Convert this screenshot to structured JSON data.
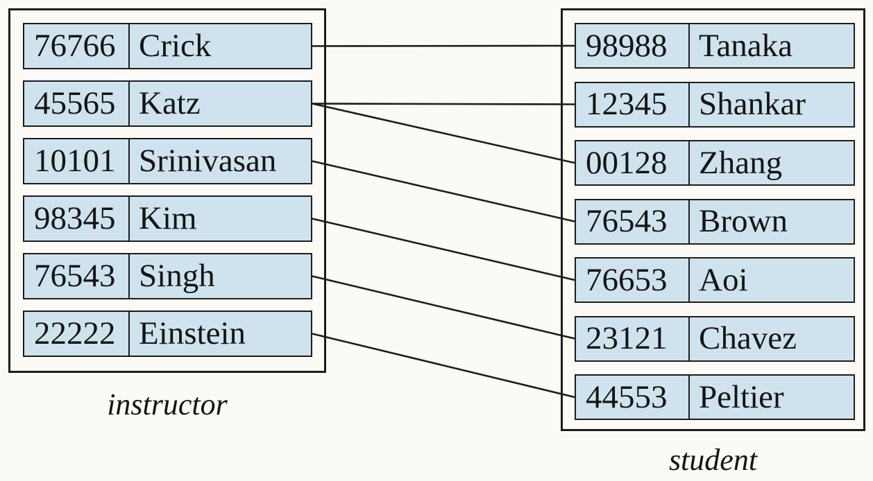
{
  "diagram": {
    "colors": {
      "background": "#fcfaf4",
      "row_fill": "#cee3ee",
      "border": "#1c1c1c",
      "text": "#151413"
    },
    "instructor": {
      "label": "instructor",
      "rows": [
        {
          "id": "76766",
          "name": "Crick"
        },
        {
          "id": "45565",
          "name": "Katz"
        },
        {
          "id": "10101",
          "name": "Srinivasan"
        },
        {
          "id": "98345",
          "name": "Kim"
        },
        {
          "id": "76543",
          "name": "Singh"
        },
        {
          "id": "22222",
          "name": "Einstein"
        }
      ]
    },
    "student": {
      "label": "student",
      "rows": [
        {
          "id": "98988",
          "name": "Tanaka"
        },
        {
          "id": "12345",
          "name": "Shankar"
        },
        {
          "id": "00128",
          "name": "Zhang"
        },
        {
          "id": "76543",
          "name": "Brown"
        },
        {
          "id": "76653",
          "name": "Aoi"
        },
        {
          "id": "23121",
          "name": "Chavez"
        },
        {
          "id": "44553",
          "name": "Peltier"
        }
      ]
    },
    "connections": [
      {
        "from_index": 0,
        "to_index": 0,
        "from_id": "76766",
        "to_id": "98988"
      },
      {
        "from_index": 1,
        "to_index": 1,
        "from_id": "45565",
        "to_id": "12345"
      },
      {
        "from_index": 1,
        "to_index": 2,
        "from_id": "45565",
        "to_id": "00128"
      },
      {
        "from_index": 2,
        "to_index": 3,
        "from_id": "10101",
        "to_id": "76543"
      },
      {
        "from_index": 3,
        "to_index": 4,
        "from_id": "98345",
        "to_id": "76653"
      },
      {
        "from_index": 4,
        "to_index": 5,
        "from_id": "76543",
        "to_id": "23121"
      },
      {
        "from_index": 5,
        "to_index": 6,
        "from_id": "22222",
        "to_id": "44553"
      }
    ]
  }
}
